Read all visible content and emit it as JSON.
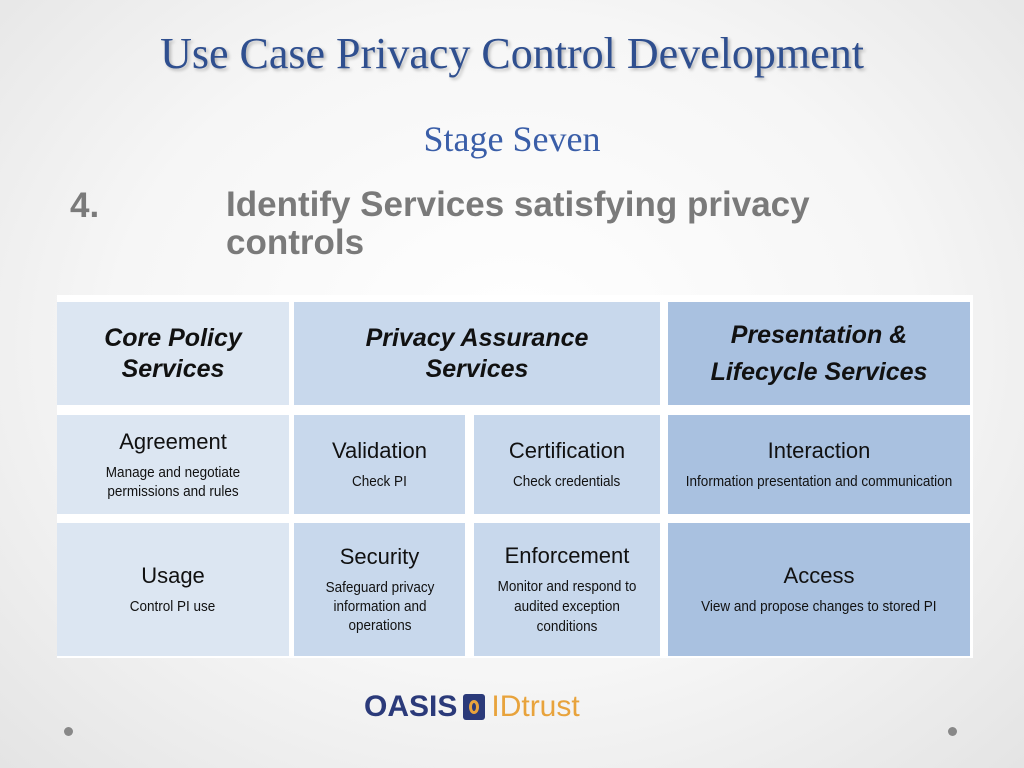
{
  "slide": {
    "title": "Use Case Privacy Control Development",
    "subtitle": "Stage Seven",
    "item_number": "4.",
    "item_text": "Identify Services satisfying privacy controls"
  },
  "table": {
    "headers": [
      "Core Policy Services",
      "Privacy Assurance Services",
      "Presentation & Lifecycle Services"
    ],
    "services": {
      "agreement": {
        "name": "Agreement",
        "desc": "Manage and negotiate permissions and rules"
      },
      "validation": {
        "name": "Validation",
        "desc": "Check PI"
      },
      "certification": {
        "name": "Certification",
        "desc": "Check credentials"
      },
      "interaction": {
        "name": "Interaction",
        "desc": "Information presentation and communication"
      },
      "usage": {
        "name": "Usage",
        "desc": "Control PI use"
      },
      "security": {
        "name": "Security",
        "desc": "Safeguard privacy information and operations"
      },
      "enforcement": {
        "name": "Enforcement",
        "desc": "Monitor and respond to audited exception conditions"
      },
      "access": {
        "name": "Access",
        "desc": "View and propose changes to stored PI"
      }
    }
  },
  "logo": {
    "oasis": "OASIS",
    "id": "ID",
    "trust": "trust"
  },
  "colors": {
    "title": "#2f4f8f",
    "core_policy": "#dce6f2",
    "privacy_assurance": "#c8d8ec",
    "presentation_lifecycle": "#a9c1e0"
  }
}
